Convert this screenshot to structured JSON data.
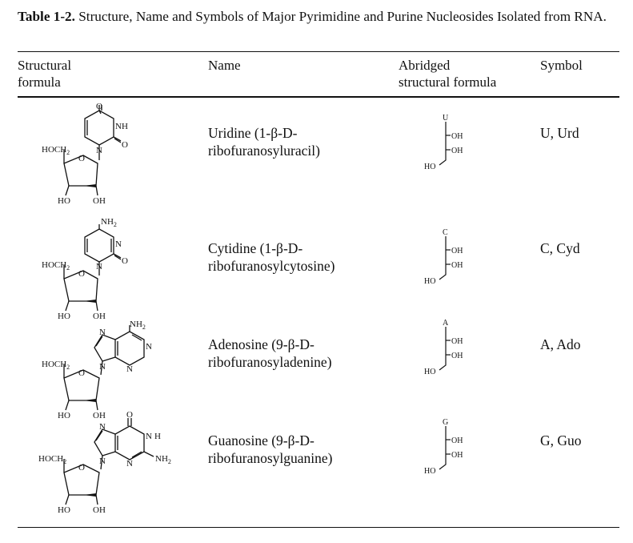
{
  "caption": {
    "label": "Table 1-2.",
    "text": "Structure, Name and Symbols of Major Pyrimidine and Purine Nucleosides Isolated from RNA."
  },
  "columns": {
    "structural_formula": [
      "Structural",
      "formula"
    ],
    "name": "Name",
    "abridged": [
      "Abridged",
      "structural formula"
    ],
    "symbol": "Symbol"
  },
  "structure_labels": {
    "hoch2": "HOCH",
    "sub2": "2",
    "o": "O",
    "ho": "HO",
    "oh": "OH",
    "nh": "NH",
    "n": "N",
    "nh2": "NH",
    "h": "H"
  },
  "rows": [
    {
      "base_letter": "U",
      "name_line1": "Uridine (1-β-D-",
      "name_line2": "ribofuranosyluracil)",
      "symbol": "U, Urd"
    },
    {
      "base_letter": "C",
      "name_line1": "Cytidine (1-β-D-",
      "name_line2": "ribofuranosylcytosine)",
      "symbol": "C, Cyd"
    },
    {
      "base_letter": "A",
      "name_line1": "Adenosine (9-β-D-",
      "name_line2": "ribofuranosyladenine)",
      "symbol": "A, Ado"
    },
    {
      "base_letter": "G",
      "name_line1": "Guanosine (9-β-D-",
      "name_line2": "ribofuranosylguanine)",
      "symbol": "G, Guo"
    }
  ]
}
